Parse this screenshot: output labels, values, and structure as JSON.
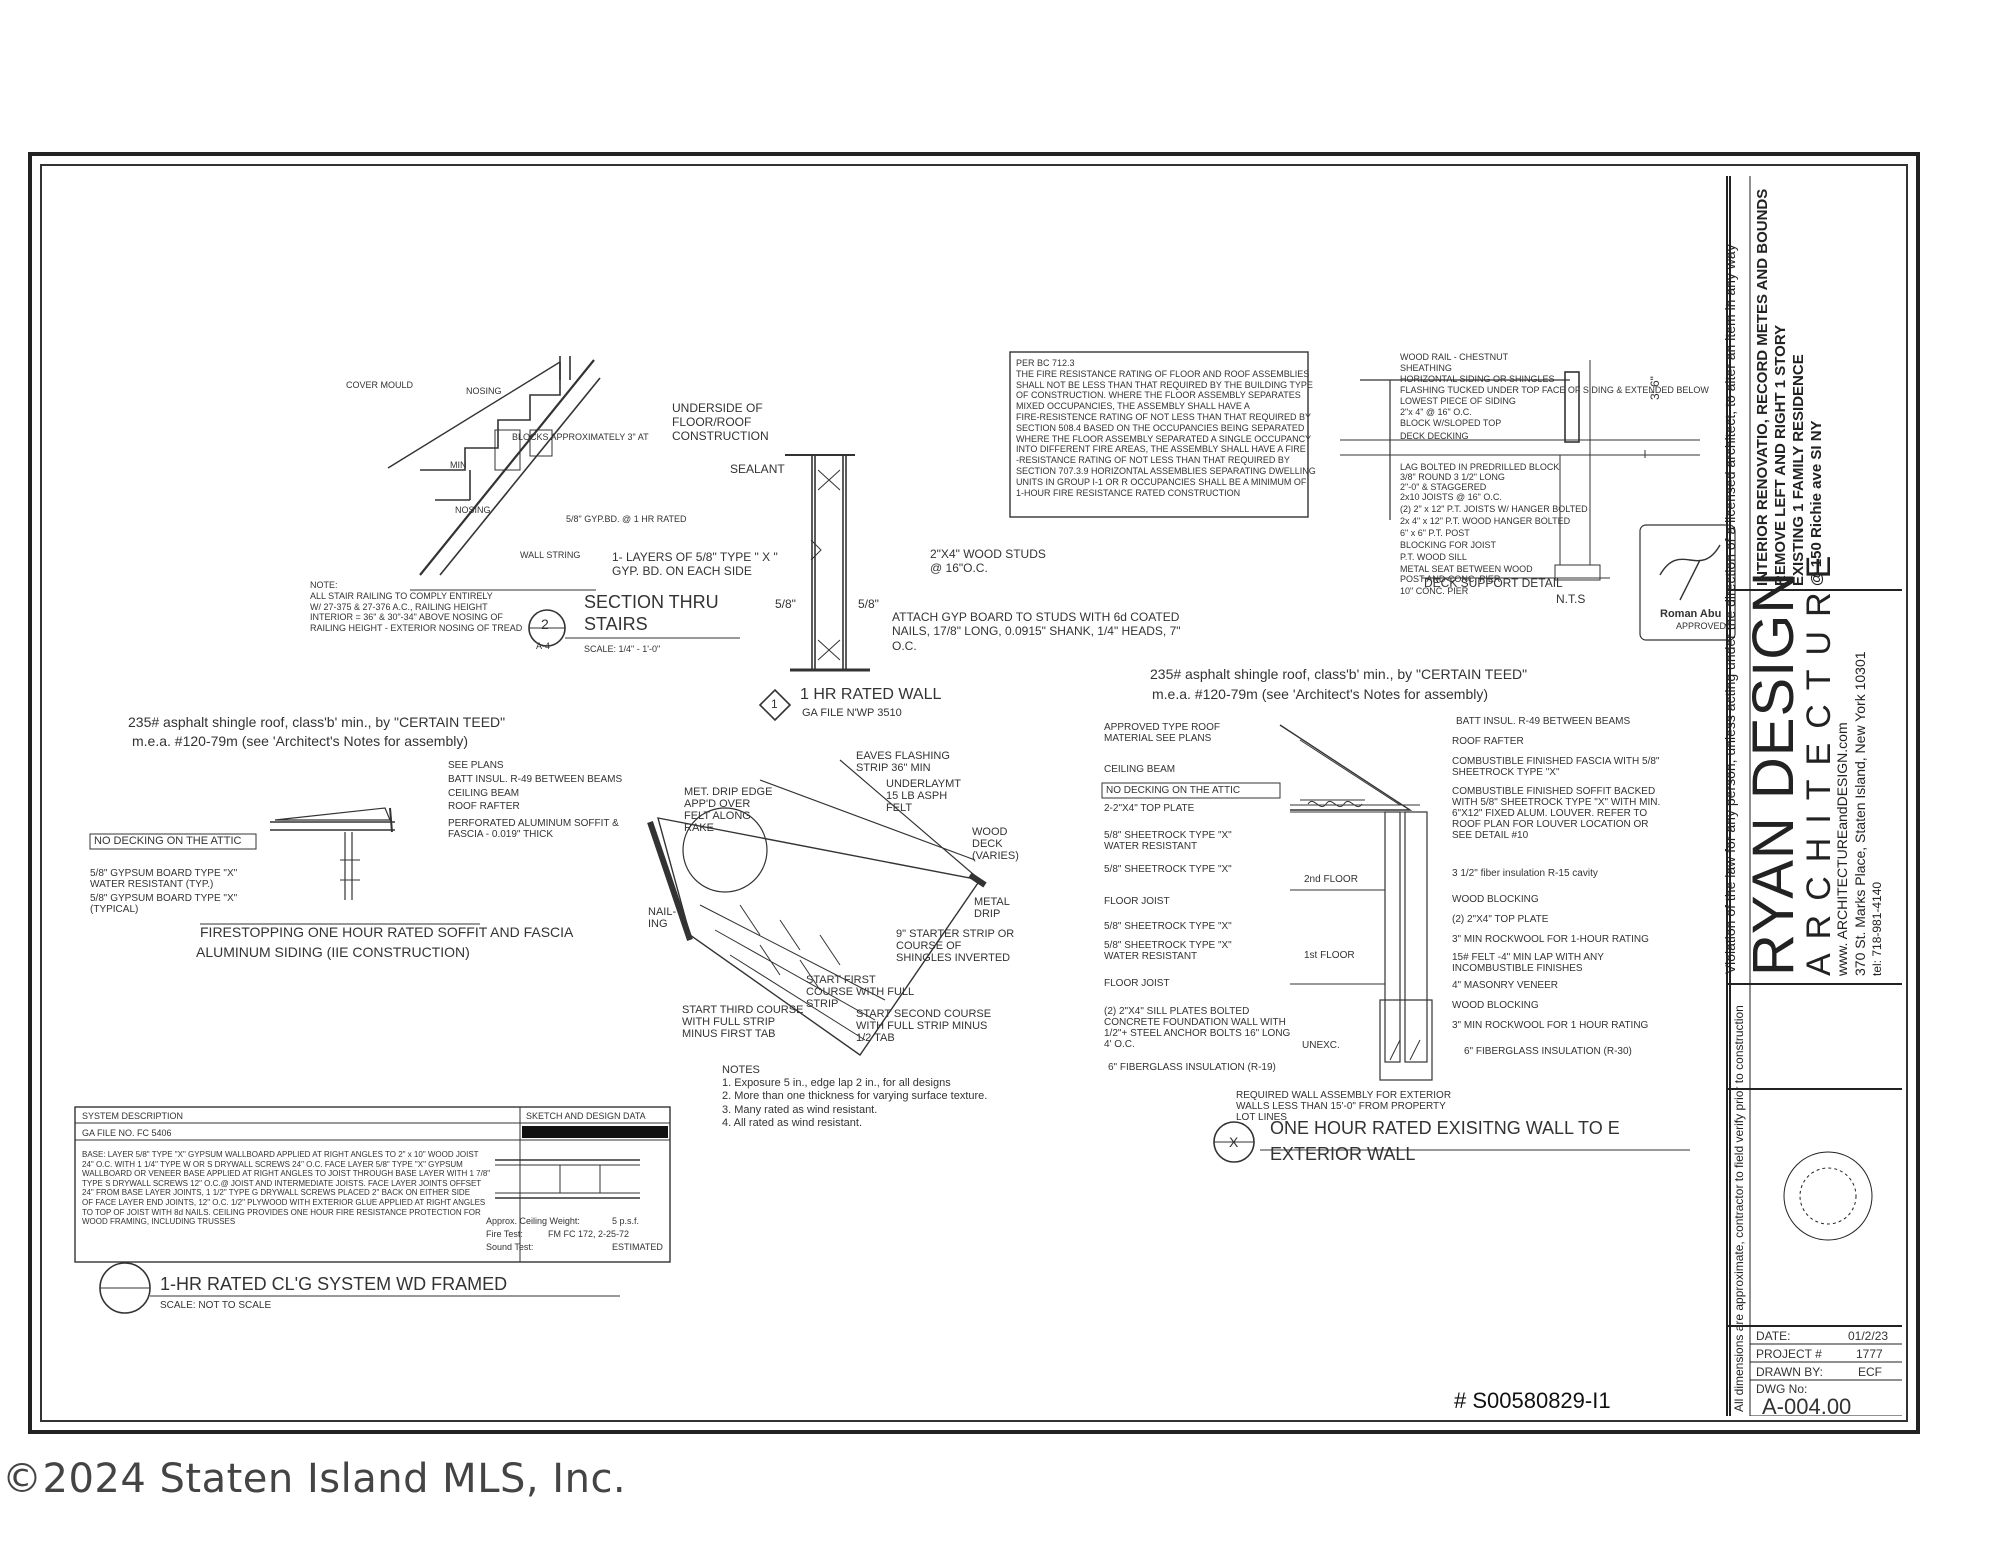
{
  "copyright": "©2024 Staten Island MLS, Inc.",
  "listing_tag": "# S00580829-I1",
  "title_block": {
    "project_title": [
      "INTERIOR RENOVATIO, RECORD METES AND BOUNDS",
      "REMOVE LEFT AND RIGHT 1 STORY",
      "EXISTING 1 FAMILY RESIDENCE",
      "@ 150 Richie ave SI NY"
    ],
    "firm_name": "RYAN DESIGN",
    "firm_sub": "ARCHITECTURE",
    "firm_web": "www. ARCHITECTUREandDESIGN.com",
    "firm_address": "370 St. Marks Place, Staten Island, New York 10301",
    "firm_tel": "tel: 718-981-4140",
    "approval_name": "Roman Abu",
    "approval_status": "APPROVED",
    "date_label": "DATE:",
    "date_value": "01/2/23",
    "project_label": "PROJECT #",
    "project_value": "1777",
    "drawn_label": "DRAWN BY:",
    "drawn_value": "ECF",
    "dwg_label": "DWG No:",
    "dwg_value": "A-004.00",
    "side_note_1": "All dimensions are approximate, contractor to field verify prior to construction",
    "side_note_2": "Violation of the law for any person, unless acting under the direction of a licensed architect, to alter an item in any way"
  },
  "stairs": {
    "labels": [
      "COVER MOULD",
      "NOSING",
      "BLOCKS APPROXIMATELY 3\" AT",
      "MIN",
      "NOSING",
      "5/8\" GYP.BD. @ 1 HR RATED",
      "WALL STRING"
    ],
    "note": "NOTE:\nALL STAIR RAILING TO COMPLY ENTIRELY\nW/ 27-375 & 27-376 A.C., RAILING HEIGHT\nINTERIOR = 36\" & 30\"-34\" ABOVE NOSING OF\nRAILING HEIGHT - EXTERIOR NOSING OF TREAD",
    "marker_num": "2",
    "marker_ref": "A-4",
    "title": "SECTION THRU STAIRS",
    "scale": "SCALE: 1/4\" - 1'-0\""
  },
  "wall": {
    "underside": "UNDERSIDE OF FLOOR/ROOF CONSTRUCTION",
    "sealant": "SEALANT",
    "layers": "1- LAYERS OF 5/8\" TYPE \" X \" GYP. BD. ON EACH SIDE",
    "studs": "2\"X4\" WOOD STUDS @ 16\"O.C.",
    "dim_left": "5/8\"",
    "dim_right": "5/8\"",
    "attach": "ATTACH GYP BOARD TO STUDS WITH 6d COATED NAILS, 17/8\" LONG, 0.0915\" SHANK, 1/4\" HEADS, 7\" O.C.",
    "marker": "1",
    "title": "1 HR RATED WALL",
    "file": "GA FILE N'WP 3510"
  },
  "code_note": "PER BC 712.3\nTHE FIRE RESISTANCE RATING OF FLOOR AND ROOF ASSEMBLIES\nSHALL NOT BE LESS THAN THAT REQUIRED BY THE BUILDING TYPE\nOF CONSTRUCTION. WHERE THE FLOOR ASSEMBLY SEPARATES\nMIXED OCCUPANCIES, THE ASSEMBLY SHALL HAVE A\nFIRE-RESISTENCE RATING OF NOT LESS THAN THAT REQUIRED BY\nSECTION 508.4 BASED ON THE OCCUPANCIES BEING SEPARATED\nWHERE THE FLOOR ASSEMBLY SEPARATED A SINGLE OCCUPANCY\nINTO DIFFERENT FIRE AREAS, THE ASSEMBLY SHALL HAVE A FIRE\n-RESISTANCE RATING OF NOT LESS THAN THAT REQUIRED BY\nSECTION 707.3.9 HORIZONTAL ASSEMBLIES SEPARATING DWELLING\nUNITS IN GROUP I-1 OR R OCCUPANCIES SHALL BE A MINIMUM OF\n1-HOUR FIRE RESISTANCE RATED CONSTRUCTION",
  "deck": {
    "labels": [
      "WOOD RAIL - CHESTNUT",
      "SHEATHING",
      "HORIZONTAL SIDING OR SHINGLES",
      "FLASHING TUCKED UNDER TOP FACE OF SIDING & EXTENDED BELOW",
      "LOWEST PIECE OF SIDING",
      "2\"x 4\" @ 16\" O.C.",
      "BLOCK W/SLOPED TOP",
      "DECK DECKING",
      "LAG BOLTED IN PREDRILLED BLOCK",
      "3/8\" ROUND 3 1/2\" LONG",
      "2\"-0\" & STAGGERED",
      "2x10 JOISTS @ 16\" O.C.",
      "(2) 2\" x 12\" P.T. JOISTS W/ HANGER BOLTED",
      "2x 4\" x 12\" P.T. WOOD HANGER BOLTED",
      "6\" x 6\" P.T. POST",
      "BLOCKING FOR JOIST",
      "P.T. WOOD SILL",
      "METAL SEAT BETWEEN WOOD POST AND CONC. PIER",
      "10\" CONC. PIER"
    ],
    "dim": "3'-6\"",
    "title": "DECK SUPPORT DETAIL",
    "scale": "N.T.S"
  },
  "soffit": {
    "header1": "235# asphalt shingle roof, class'b' min., by \"CERTAIN TEED\"",
    "header2": "m.e.a. #120-79m (see 'Architect's Notes for assembly)",
    "labels": [
      "SEE PLANS",
      "BATT INSUL. R-49 BETWEEN BEAMS",
      "CEILING BEAM",
      "ROOF RAFTER",
      "PERFORATED ALUMINUM SOFFIT & FASCIA - 0.019\" THICK"
    ],
    "no_decking": "NO DECKING ON THE ATTIC",
    "gyp1": "5/8\" GYPSUM BOARD TYPE \"X\" WATER RESISTANT (TYP.)",
    "gyp2": "5/8\" GYPSUM BOARD TYPE \"X\" (TYPICAL)",
    "title": "FIRESTOPPING ONE HOUR RATED SOFFIT AND FASCIA",
    "subtitle": "ALUMINUM SIDING (IIE CONSTRUCTION)"
  },
  "shingle": {
    "labels": [
      "MET. DRIP EDGE APP'D OVER FELT ALONG RAKE",
      "EAVES FLASHING STRIP 36\" MIN",
      "UNDERLAYMT 15 LB ASPH FELT",
      "WOOD DECK (VARIES)",
      "METAL DRIP",
      "NAIL-ING",
      "9\" STARTER STRIP OR COURSE OF SHINGLES INVERTED",
      "START FIRST COURSE WITH FULL STRIP",
      "START THIRD COURSE WITH FULL STRIP MINUS FIRST TAB",
      "START SECOND COURSE WITH FULL STRIP MINUS 1/2 TAB"
    ],
    "notes": "NOTES\n1. Exposure 5 in., edge lap 2 in., for all designs\n2. More than one thickness for varying surface texture.\n3. Many rated as wind resistant.\n4. All rated as wind resistant."
  },
  "ext_wall": {
    "header1": "235# asphalt shingle roof, class'b' min., by \"CERTAIN TEED\"",
    "header2": "m.e.a. #120-79m (see 'Architect's Notes for assembly)",
    "left_labels": [
      "APPROVED TYPE ROOF MATERIAL SEE PLANS",
      "CEILING BEAM",
      "NO DECKING ON THE ATTIC",
      "2-2\"X4\" TOP PLATE",
      "5/8\" SHEETROCK TYPE \"X\" WATER RESISTANT",
      "5/8\" SHEETROCK TYPE \"X\"",
      "2nd FLOOR",
      "FLOOR JOIST",
      "5/8\" SHEETROCK TYPE \"X\"",
      "5/8\" SHEETROCK TYPE \"X\" WATER RESISTANT",
      "1st FLOOR",
      "FLOOR JOIST",
      "(2) 2\"X4\" SILL PLATES BOLTED CONCRETE FOUNDATION WALL WITH 1/2\"+ STEEL ANCHOR BOLTS 16\" LONG 4' O.C.",
      "UNEXC.",
      "6\" FIBERGLASS INSULATION (R-19)"
    ],
    "right_labels": [
      "BATT INSUL. R-49 BETWEEN BEAMS",
      "ROOF RAFTER",
      "COMBUSTIBLE FINISHED FASCIA WITH 5/8\" SHEETROCK TYPE \"X\"",
      "COMBUSTIBLE FINISHED SOFFIT BACKED WITH 5/8\" SHEETROCK TYPE \"X\" WITH MIN. 6\"X12\" FIXED ALUM. LOUVER. REFER TO ROOF PLAN FOR LOUVER LOCATION OR SEE DETAIL #10",
      "3 1/2\" fiber insulation R-15 cavity",
      "WOOD BLOCKING",
      "(2) 2\"X4\" TOP PLATE",
      "3\" MIN ROCKWOOL FOR 1-HOUR RATING",
      "15# FELT -4\" MIN LAP WITH ANY INCOMBUSTIBLE FINISHES",
      "4\" MASONRY VENEER",
      "WOOD BLOCKING",
      "3\" MIN ROCKWOOL FOR 1 HOUR RATING",
      "6\" FIBERGLASS INSULATION (R-30)"
    ],
    "required": "REQUIRED WALL ASSEMBLY FOR EXTERIOR WALLS LESS THAN 15'-0\" FROM PROPERTY LOT LINES",
    "marker": "X",
    "title1": "ONE HOUR RATED EXISITNG WALL TO E",
    "title2": "EXTERIOR WALL"
  },
  "ceiling": {
    "head_left": "SYSTEM DESCRIPTION",
    "head_right": "SKETCH AND DESIGN DATA",
    "file": "GA FILE NO. FC 5406",
    "body": "BASE: LAYER 5/8\" TYPE \"X\" GYPSUM WALLBOARD APPLIED AT RIGHT ANGLES TO 2\" x 10\" WOOD JOIST\n24\" O.C. WITH 1 1/4\" TYPE W OR S DRYWALL SCREWS 24\" O.C. FACE LAYER 5/8\" TYPE \"X\" GYPSUM\nWALLBOARD OR VENEER BASE APPLIED AT RIGHT ANGLES TO JOIST THROUGH BASE LAYER WITH 1 7/8\"\nTYPE S DRYWALL SCREWS 12\" O.C.@ JOIST AND INTERMEDIATE JOISTS. FACE LAYER JOINTS OFFSET\n24\" FROM BASE LAYER JOINTS, 1 1/2\" TYPE G DRYWALL SCREWS PLACED 2\" BACK ON EITHER SIDE\nOF FACE LAYER END JOINTS, 12\" O.C. 1/2\" PLYWOOD WITH EXTERIOR GLUE APPLIED AT RIGHT ANGLES\nTO TOP OF JOIST WITH 8d NAILS. CEILING PROVIDES ONE HOUR FIRE RESISTANCE PROTECTION FOR\nWOOD FRAMING, INCLUDING TRUSSES",
    "weight_label": "Approx. Ceiling Weight:",
    "weight_value": "5 p.s.f.",
    "fire_label": "Fire Test:",
    "fire_value": "FM FC 172, 2-25-72",
    "sound_label": "Sound Test:",
    "sound_value": "ESTIMATED",
    "title": "1-HR RATED CL'G SYSTEM WD FRAMED",
    "scale": "SCALE: NOT TO SCALE"
  }
}
